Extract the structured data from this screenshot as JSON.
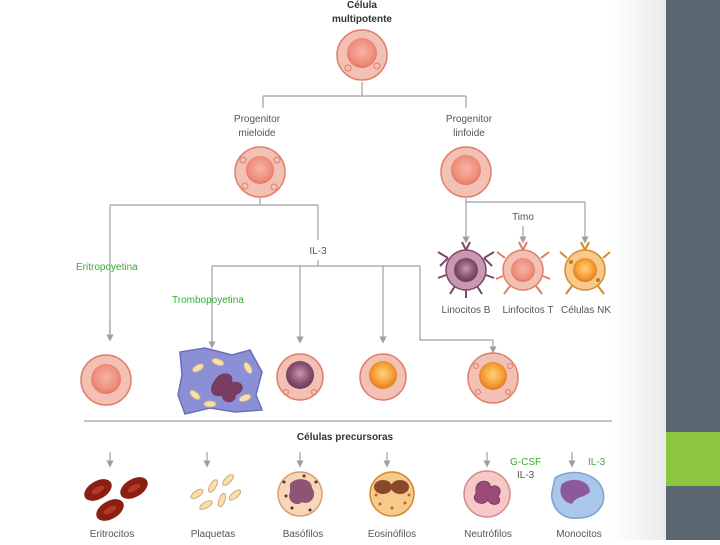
{
  "colors": {
    "green_label": "#3aaa35",
    "side_dark": "#5b6770",
    "side_accent": "#8cc63f",
    "cell_outer": "#f0a090",
    "cell_core": "#e8705f"
  },
  "labels": {
    "multipotent_1": "Célula",
    "multipotent_2": "multipotente",
    "myeloid_1": "Progenitor",
    "myeloid_2": "mieloide",
    "lymphoid_1": "Progenitor",
    "lymphoid_2": "linfoide",
    "timo": "Timo",
    "il3_top": "IL-3",
    "eritropoyetina": "Eritropoyetina",
    "trombopoyetina": "Trombopoyetina",
    "linfocitos_b": "Linocitos B",
    "linfocitos_t": "Linfocitos T",
    "celulas_nk": "Células NK",
    "precursoras": "Células precursoras",
    "gcsf": "G-CSF",
    "il3_neut": "IL-3",
    "il3_mono": "IL-3"
  },
  "bottom_cells": [
    "Eritrocitos",
    "Plaquetas",
    "Basófilos",
    "Eosinófilos",
    "Neutrófilos",
    "Monocitos"
  ]
}
